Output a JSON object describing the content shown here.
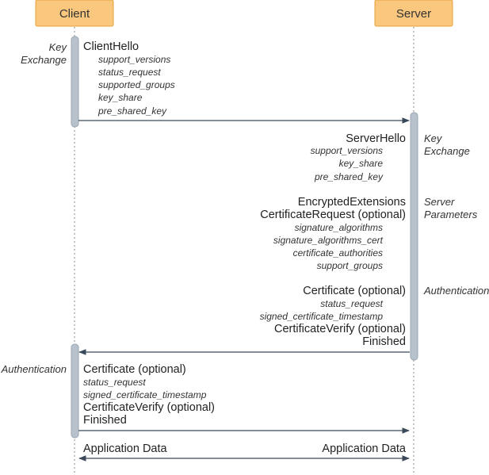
{
  "actors": {
    "client": "Client",
    "server": "Server"
  },
  "phases": {
    "client_key_exchange": [
      "Key",
      "Exchange"
    ],
    "server_key_exchange": [
      "Key",
      "Exchange"
    ],
    "server_parameters": [
      "Server",
      "Parameters"
    ],
    "server_authentication": "Authentication",
    "client_authentication": "Authentication"
  },
  "client_hello": {
    "title": "ClientHello",
    "extensions": [
      "support_versions",
      "status_request",
      "supported_groups",
      "key_share",
      "pre_shared_key"
    ]
  },
  "server_flight": {
    "server_hello": {
      "title": "ServerHello",
      "extensions": [
        "support_versions",
        "key_share",
        "pre_shared_key"
      ]
    },
    "encrypted_extensions": "EncryptedExtensions",
    "certificate_request": {
      "title": "CertificateRequest (optional)",
      "extensions": [
        "signature_algorithms",
        "signature_algorithms_cert",
        "certificate_authorities",
        "support_groups"
      ]
    },
    "certificate": {
      "title": "Certificate (optional)",
      "extensions": [
        "status_request",
        "signed_certificate_timestamp"
      ]
    },
    "certificate_verify": "CertificateVerify (optional)",
    "finished": "Finished"
  },
  "client_flight": {
    "certificate": {
      "title": "Certificate (optional)",
      "extensions": [
        "status_request",
        "signed_certificate_timestamp"
      ]
    },
    "certificate_verify": "CertificateVerify (optional)",
    "finished": "Finished"
  },
  "application_data": {
    "client_label": "Application Data",
    "server_label": "Application Data"
  },
  "colors": {
    "actor_fill": "#f9c77d",
    "actor_stroke": "#e8a03a",
    "activation_fill": "#b8c2cc",
    "arrow": "#3a4a5a"
  }
}
